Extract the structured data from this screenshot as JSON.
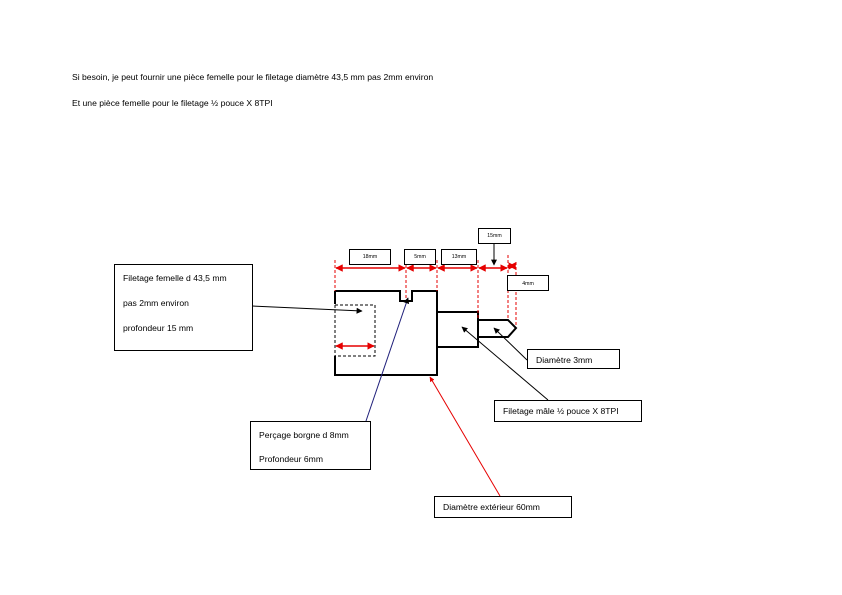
{
  "intro": {
    "line1": "Si besoin, je peut fournir une pièce femelle pour le filetage  diamètre  43,5 mm pas 2mm environ",
    "line2": "Et une pièce femelle pour le filetage ½ pouce X 8TPI"
  },
  "callouts": {
    "female_thread": {
      "line1": "Filetage femelle d 43,5 mm",
      "line2": "pas 2mm environ",
      "line3": "profondeur 15 mm"
    },
    "blind_hole": {
      "line1": "Perçage borgne d 8mm",
      "line2": "Profondeur 6mm"
    },
    "diameter_3": {
      "line1": "Diamètre 3mm"
    },
    "male_thread": {
      "line1": "Filetage mâle ½ pouce X 8TPI"
    },
    "outer_diameter": {
      "line1": "Diamètre extérieur 60mm"
    }
  },
  "dimensions": {
    "d18": "18mm",
    "d5": "5mm",
    "d13": "13mm",
    "d15": "15mm",
    "d4": "4mm"
  },
  "colors": {
    "dimension_red": "#e60000",
    "outline_black": "#000000",
    "leader_blue": "#1f1f7a"
  }
}
